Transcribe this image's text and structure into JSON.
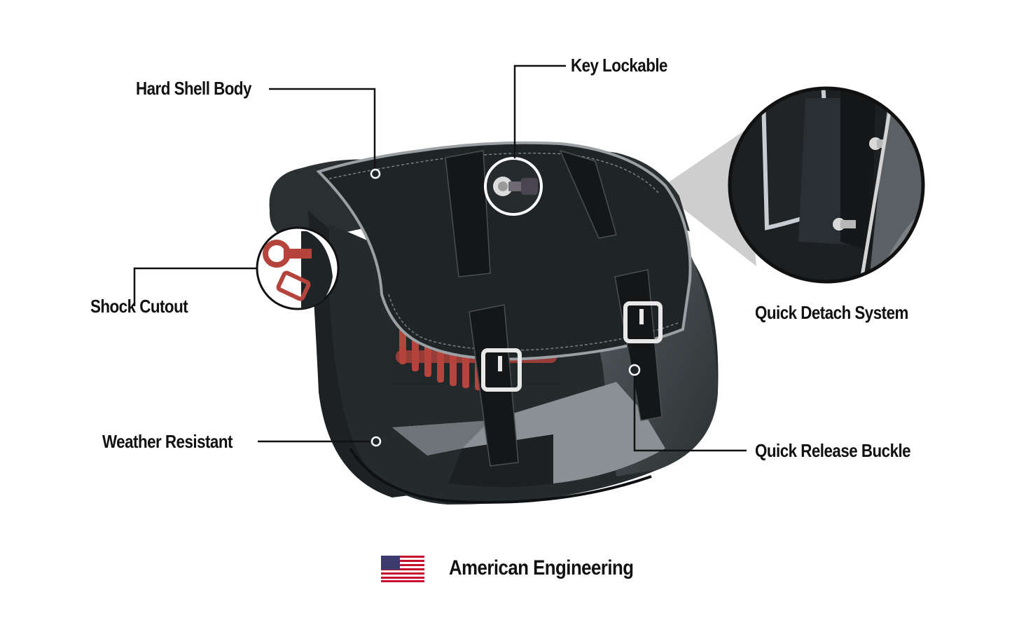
{
  "callouts": {
    "hard_shell_body": "Hard Shell Body",
    "key_lockable": "Key Lockable",
    "shock_cutout": "Shock Cutout",
    "weather_resistant": "Weather Resistant",
    "quick_detach_system": "Quick Detach System",
    "quick_release_buckle": "Quick Release Buckle"
  },
  "footer": {
    "label": "American Engineering",
    "flag_icon": "us-flag-icon"
  },
  "colors": {
    "bag_body": "#23282b",
    "bag_side": "#4a4f53",
    "lid_flap": "#1f2426",
    "strap": "#141618",
    "shock_spring": "#b5443c",
    "leader_line": "#111111",
    "background": "#ffffff"
  }
}
